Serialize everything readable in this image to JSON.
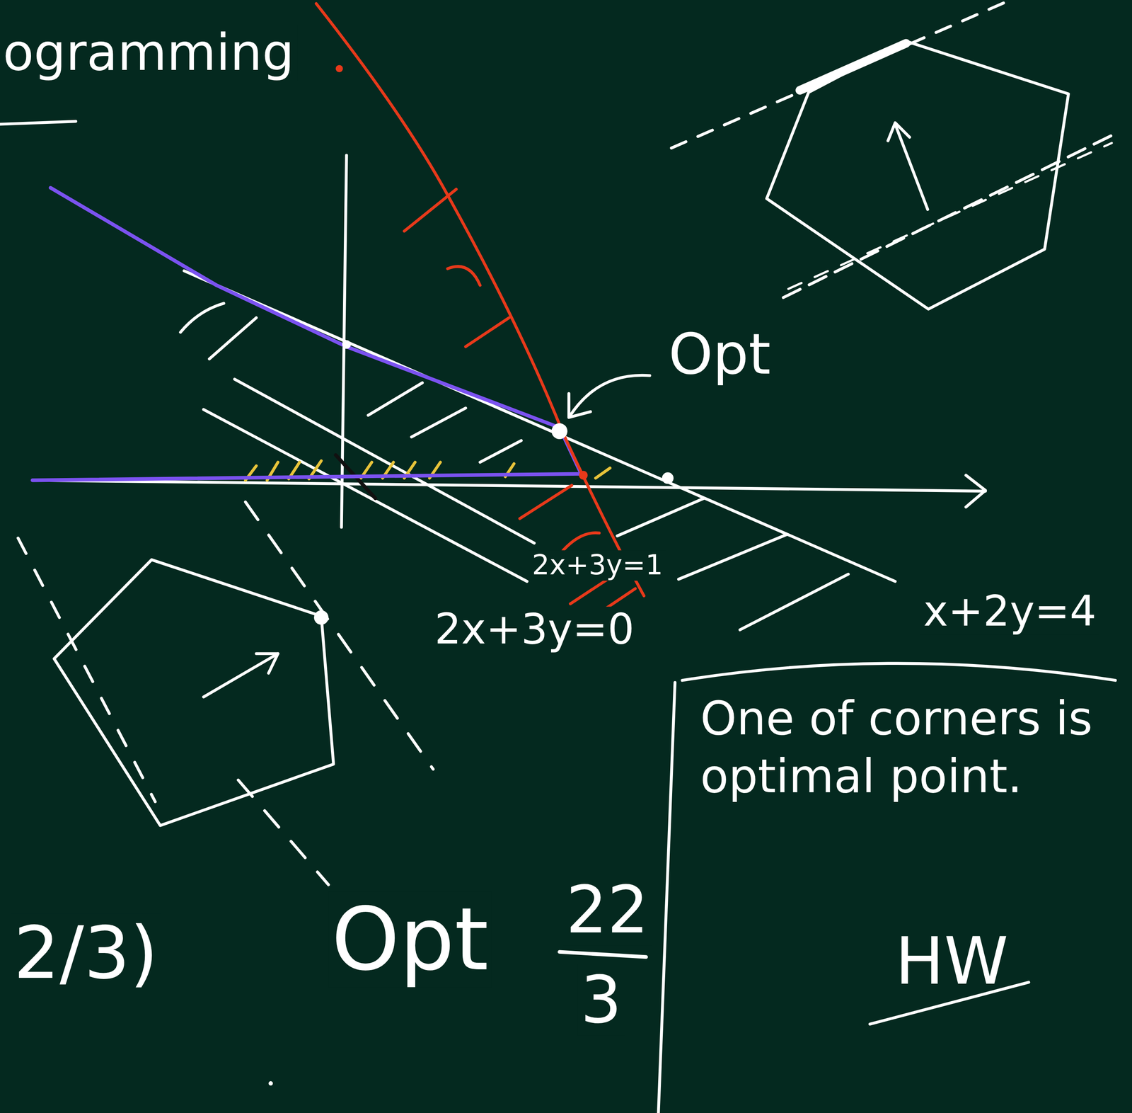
{
  "diagram": {
    "nodes": [
      {
        "text": [
          "One of corners is optimal point.",
          "HW"
        ]
      }
    ],
    "labels": [
      "ogramming",
      "Opt",
      "2x+3y=1",
      "2x+3y=0",
      "x+2y=4",
      "2/3)",
      "Opt",
      "22",
      "3"
    ]
  }
}
